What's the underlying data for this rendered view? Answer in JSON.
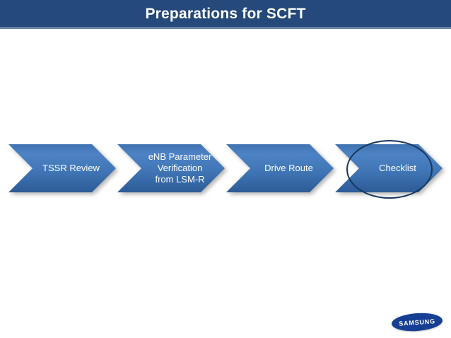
{
  "header": {
    "title": "Preparations for SCFT"
  },
  "flow": {
    "steps": [
      {
        "label": "TSSR Review",
        "highlighted": false
      },
      {
        "label": "eNB Parameter\nVerification\nfrom LSM-R",
        "highlighted": false
      },
      {
        "label": "Drive Route",
        "highlighted": false
      },
      {
        "label": "Checklist",
        "highlighted": true
      }
    ],
    "annotation": "ellipse around Checklist step"
  },
  "footer": {
    "logo_text": "SAMSUNG"
  },
  "colors": {
    "header_bg": "#24497a",
    "header_underline": "#6d84a7",
    "chevron_top": "#4d82c4",
    "chevron_bottom": "#2d5b97",
    "chevron_text": "#ffffff",
    "ellipse_stroke": "#17365d",
    "logo_bg": "#163f94",
    "title_text": "#ffffff"
  }
}
